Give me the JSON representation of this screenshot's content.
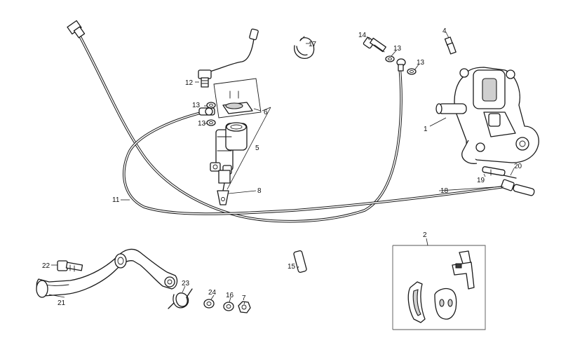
{
  "labels": {
    "l1": "1",
    "l2": "2",
    "l4": "4",
    "l5": "5",
    "l6": "6",
    "l7": "7",
    "l8": "8",
    "l11": "11",
    "l12": "12",
    "l13a": "13",
    "l13b": "13",
    "l13c": "13",
    "l13d": "13",
    "l14": "14",
    "l15": "15",
    "l16": "16",
    "l17": "17",
    "l18": "18",
    "l19": "19",
    "l20": "20",
    "l21": "21",
    "l22": "22",
    "l23": "23",
    "l24": "24"
  },
  "colors": {
    "line": "#1a1a1a",
    "background": "#ffffff"
  }
}
